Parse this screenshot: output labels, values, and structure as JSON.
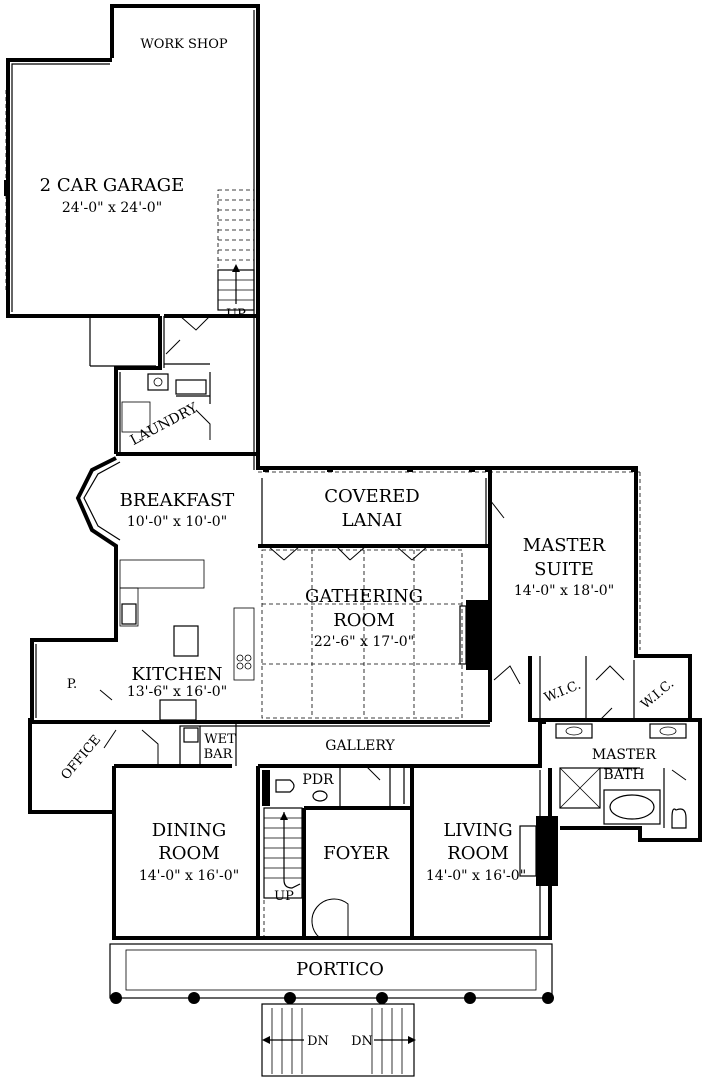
{
  "rooms": {
    "workshop": "WORK SHOP",
    "garage": "2 CAR GARAGE",
    "garage_dim": "24'-0\" x 24'-0\"",
    "up_garage": "UP",
    "laundry": "LAUNDRY",
    "breakfast": "BREAKFAST",
    "breakfast_dim": "10'-0\" x 10'-0\"",
    "covered": "COVERED",
    "lanai": "LANAI",
    "master": "MASTER",
    "suite": "SUITE",
    "master_dim": "14'-0\" x 18'-0\"",
    "gathering": "GATHERING",
    "gathering_room": "ROOM",
    "gathering_dim": "22'-6\" x 17'-0\"",
    "pantry": "P.",
    "kitchen": "KITCHEN",
    "kitchen_dim": "13'-6\" x 16'-0\"",
    "wic_left": "W.I.C.",
    "wic_right": "W.I.C.",
    "office": "OFFICE",
    "wet": "WET",
    "bar": "BAR",
    "gallery": "GALLERY",
    "master_bath_1": "MASTER",
    "master_bath_2": "BATH",
    "pdr": "PDR",
    "dining": "DINING",
    "dining_room": "ROOM",
    "dining_dim": "14'-0\" x 16'-0\"",
    "foyer": "FOYER",
    "living": "LIVING",
    "living_room": "ROOM",
    "living_dim": "14'-0\" x 16'-0\"",
    "up_stair": "UP",
    "portico": "PORTICO",
    "dn_left": "DN",
    "dn_right": "DN"
  }
}
